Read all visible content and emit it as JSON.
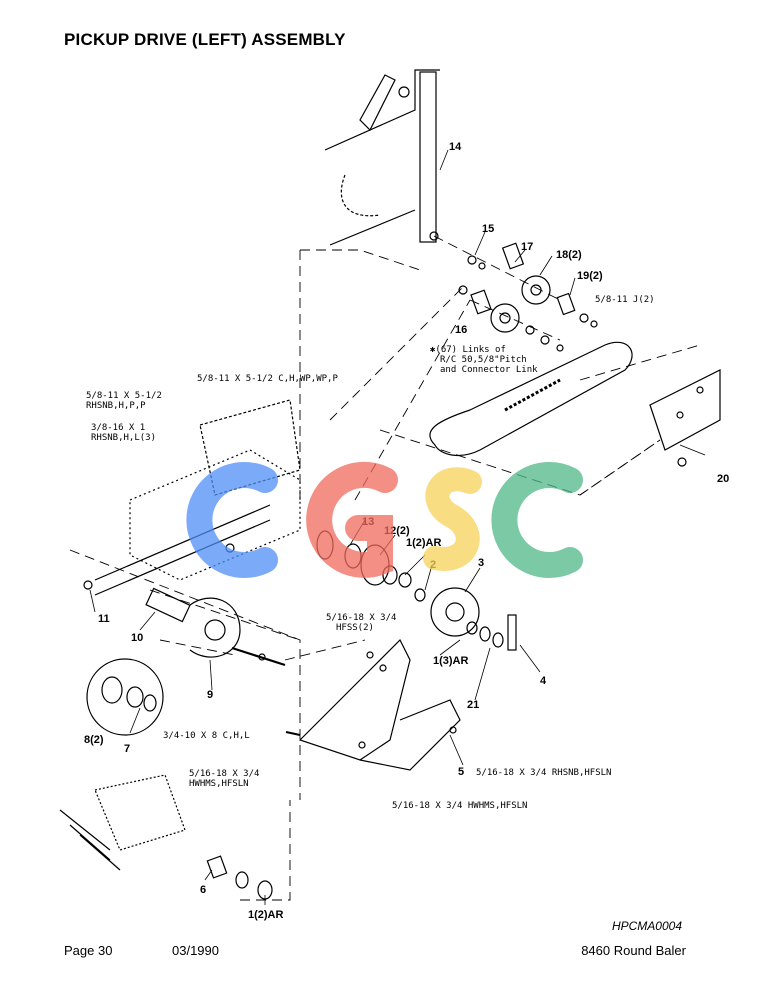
{
  "title": "PICKUP DRIVE (LEFT) ASSEMBLY",
  "document_id": "HPCMA0004",
  "footer": {
    "page": "Page 30",
    "date": "03/1990",
    "product": "8460 Round Baler"
  },
  "callouts": {
    "c14": "14",
    "c15": "15",
    "c17": "17",
    "c18": "18(2)",
    "c19": "19(2)",
    "c16": "16",
    "c20": "20",
    "c13": "13",
    "c12": "12(2)",
    "c1a": "1(2)AR",
    "c2": "2",
    "c3": "3",
    "c11": "11",
    "c10": "10",
    "c9": "9",
    "c8": "8(2)",
    "c7": "7",
    "c1b": "1(3)AR",
    "c4": "4",
    "c21": "21",
    "c5": "5",
    "c6": "6",
    "c1c": "1(2)AR"
  },
  "hardware": {
    "h1": "5/8-11 J(2)",
    "h2": "5/8-11 X 5-1/2 C,H,WP,WP,P",
    "h3a": "5/8-11 X 5-1/2",
    "h3b": "RHSNB,H,P,P",
    "h4a": "3/8-16 X 1",
    "h4b": "RHSNB,H,L(3)",
    "h5a": "5/16-18 X 3/4",
    "h5b": "HFSS(2)",
    "h6": "3/4-10 X 8 C,H,L",
    "h7a": "5/16-18 X 3/4",
    "h7b": "HWHMS,HFSLN",
    "h8": "5/16-18 X 3/4 RHSNB,HFSLN",
    "h9": "5/16-18 X 3/4 HWHMS,HFSLN"
  },
  "chain_note": {
    "line1": "✱(67) Links of",
    "line2": "R/C 50,5/8\"Pitch",
    "line3": "and Connector Link"
  },
  "watermark": {
    "text": "CGSC",
    "colors": [
      "#4f8ef7",
      "#f06a5c",
      "#f7d25a",
      "#4fb887"
    ]
  }
}
